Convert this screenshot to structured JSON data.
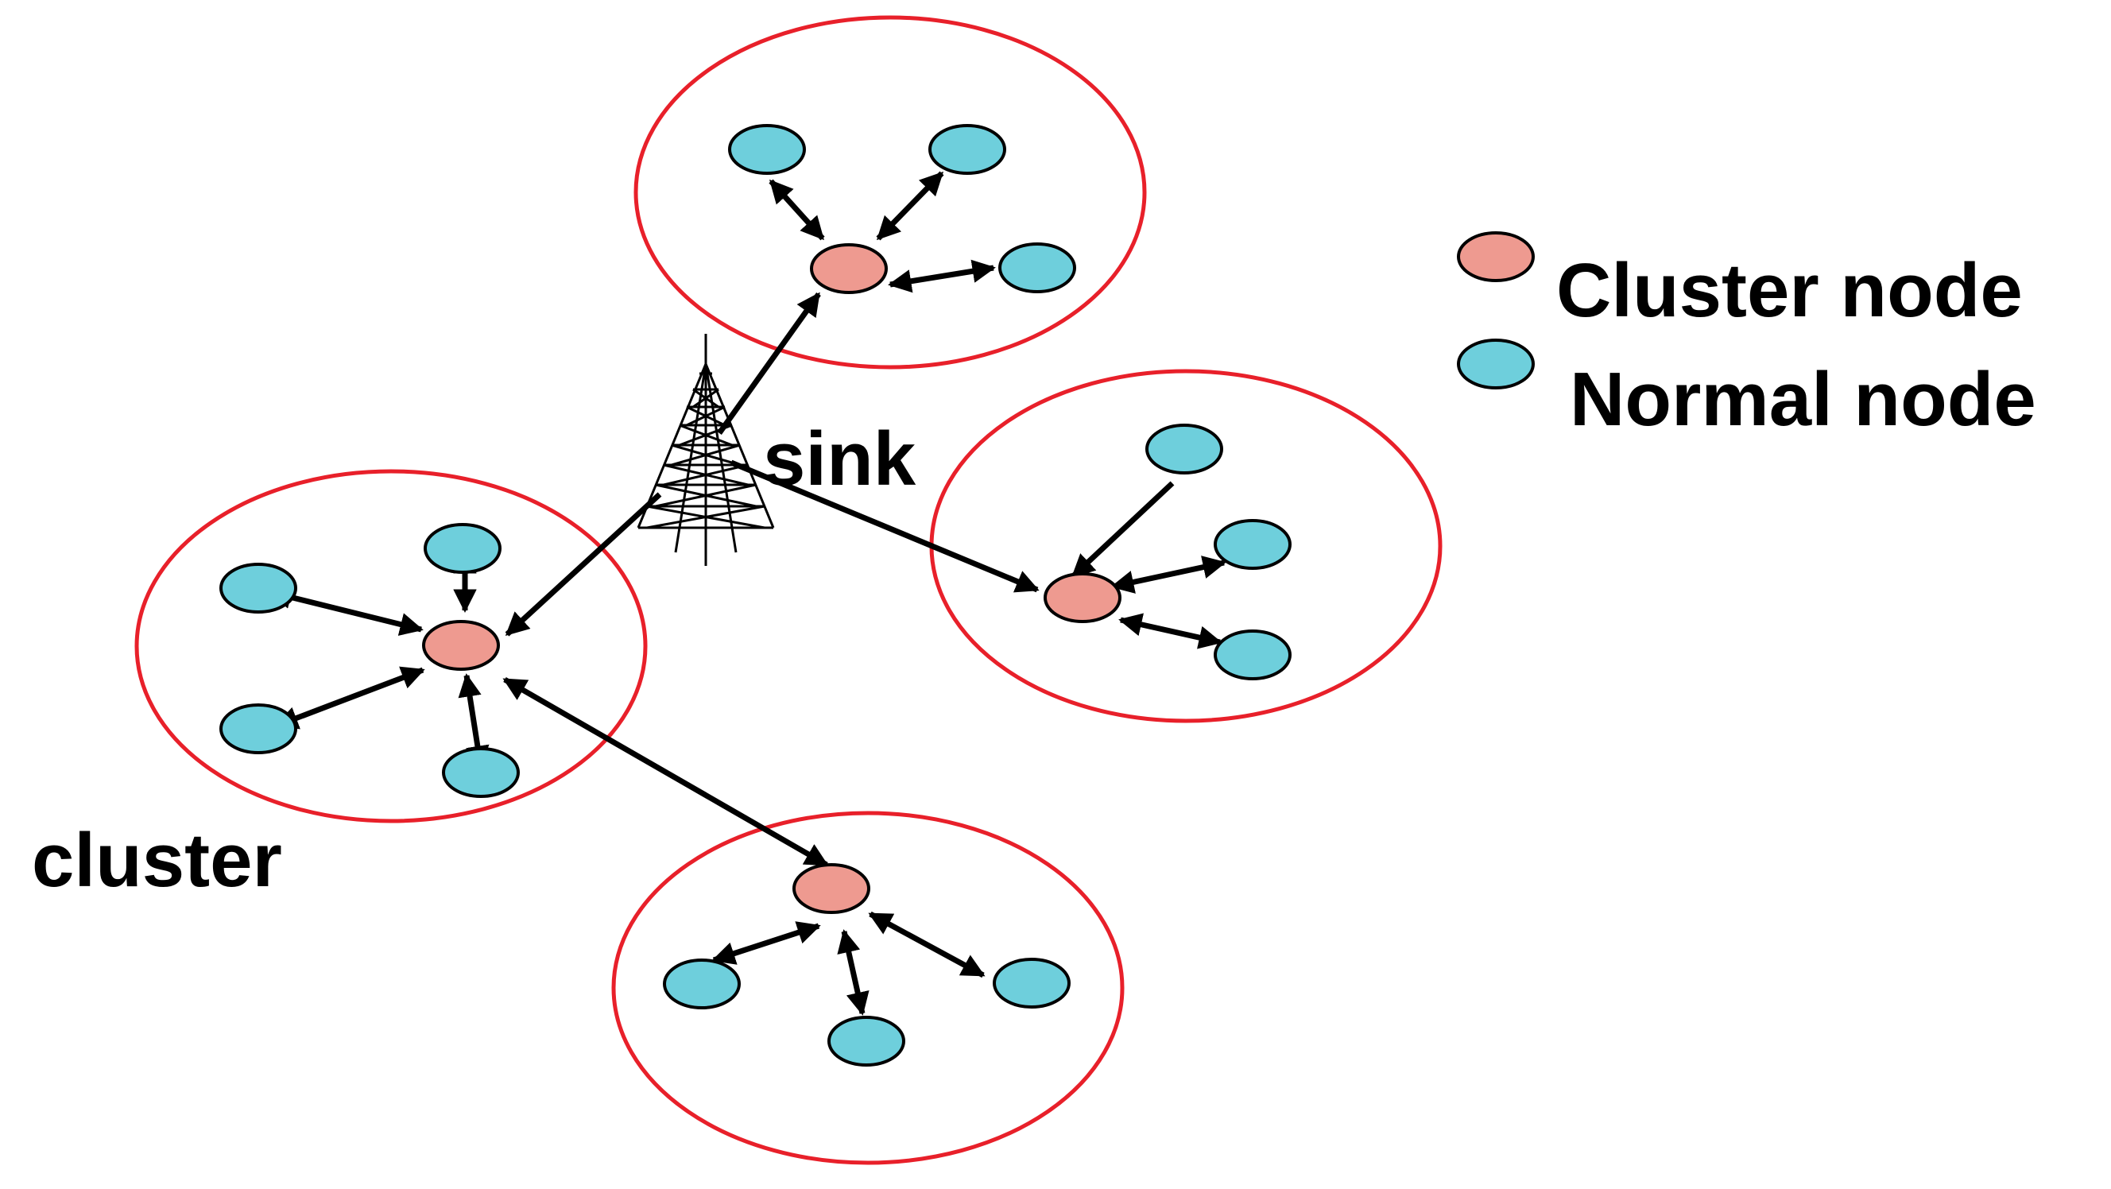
{
  "colors": {
    "cluster_node": "#ee9a90",
    "normal_node": "#6ecfdc",
    "cluster_boundary": "#e8202a",
    "link": "#000000",
    "background": "#ffffff"
  },
  "labels": {
    "sink": "sink",
    "cluster": "cluster"
  },
  "legend": {
    "cluster_node": "Cluster node",
    "normal_node": "Normal node"
  },
  "icons": {
    "sink": "radio-tower-icon"
  },
  "clusters": [
    {
      "name": "top",
      "cluster_head": "cluster-head-top",
      "normal_nodes": 3
    },
    {
      "name": "right",
      "cluster_head": "cluster-head-right",
      "normal_nodes": 3
    },
    {
      "name": "left",
      "cluster_head": "cluster-head-left",
      "normal_nodes": 4
    },
    {
      "name": "bottom",
      "cluster_head": "cluster-head-bottom",
      "normal_nodes": 3
    }
  ]
}
